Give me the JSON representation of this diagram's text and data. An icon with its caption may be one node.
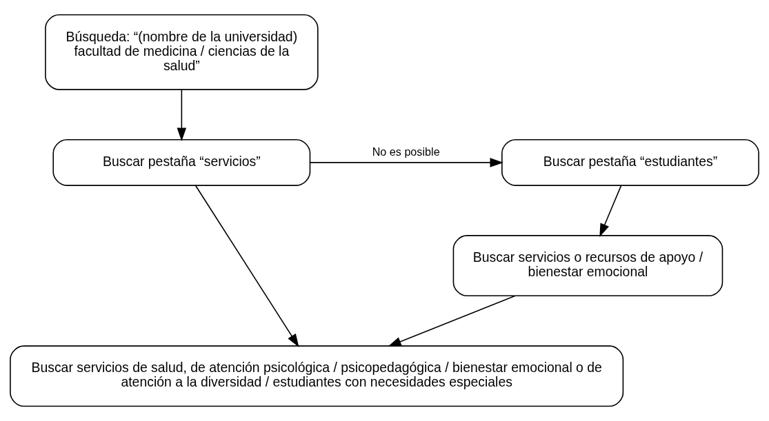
{
  "diagram": {
    "nodes": [
      {
        "text": [
          "Búsqueda: “(nombre de la universidad) facultad de medicina / ciencias de la salud”"
        ]
      },
      {
        "text": [
          "Buscar pestaña “servicios”"
        ]
      },
      {
        "text": [
          "Buscar pestaña “estudiantes”"
        ]
      },
      {
        "text": [
          "Buscar servicios o recursos de apoyo / bienestar emocional"
        ]
      },
      {
        "text": [
          "Buscar servicios de salud, de atención psicológica / psicopedagógica / bienestar emocional o de atención a la diversidad / estudiantes con necesidades especiales"
        ]
      }
    ],
    "edges": [
      {
        "from": 0,
        "to": 1,
        "arrow": "to"
      },
      {
        "from": 1,
        "to": 2,
        "arrow": "to",
        "label": "No es posible"
      },
      {
        "from": 2,
        "to": 3,
        "arrow": "to"
      },
      {
        "from": 1,
        "to": 4,
        "arrow": "to"
      },
      {
        "from": 3,
        "to": 4,
        "arrow": "to"
      }
    ]
  }
}
